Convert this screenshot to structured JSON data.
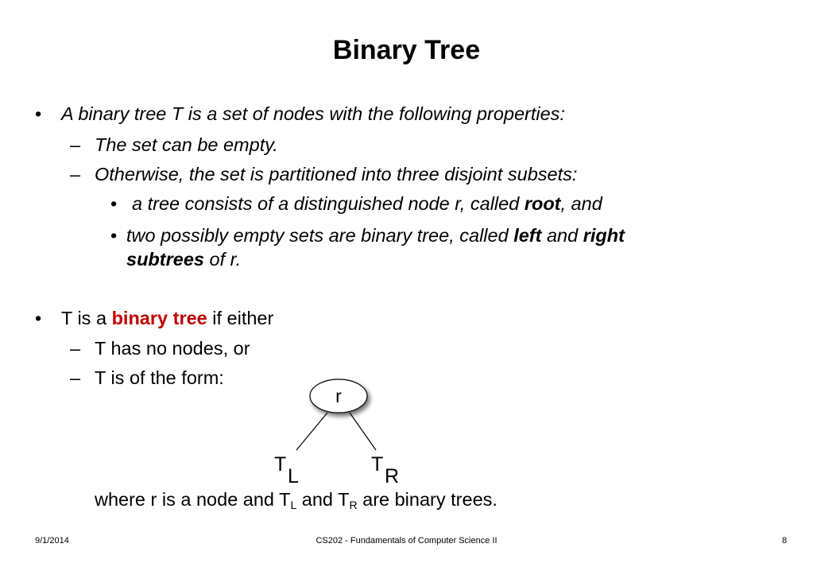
{
  "title": "Binary Tree",
  "bullet_glyph": "•",
  "dash_glyph": "–",
  "def": {
    "intro": "A binary tree T is a set of nodes with the following properties:",
    "sub1": "The set can be empty.",
    "sub2": "Otherwise, the set is partitioned into three disjoint subsets:",
    "p1_a": "a tree consists of a distinguished node r, called ",
    "p1_b": "root",
    "p1_c": ", and",
    "p2_a": "two possibly empty sets are binary tree, called ",
    "p2_b": "left",
    "p2_c": " and ",
    "p2_d": "right",
    "p2_e": "subtrees",
    "p2_f": " of r."
  },
  "rec": {
    "a": "T is a ",
    "b": "binary tree",
    "c": " if either",
    "sub1": "T has no nodes, or",
    "sub2": "T is of the form:"
  },
  "diagram": {
    "root": "r",
    "left_T": "T",
    "left_sub": "L",
    "right_T": "T",
    "right_sub": "R"
  },
  "where": {
    "a": "where r is a node and T",
    "b": "L",
    "c": " and T",
    "d": "R",
    "e": " are binary trees."
  },
  "footer": {
    "date": "9/1/2014",
    "course": "CS202 - Fundamentals of Computer Science II",
    "page": "8"
  },
  "colors": {
    "emphasis": "#c00000",
    "text": "#000000"
  }
}
